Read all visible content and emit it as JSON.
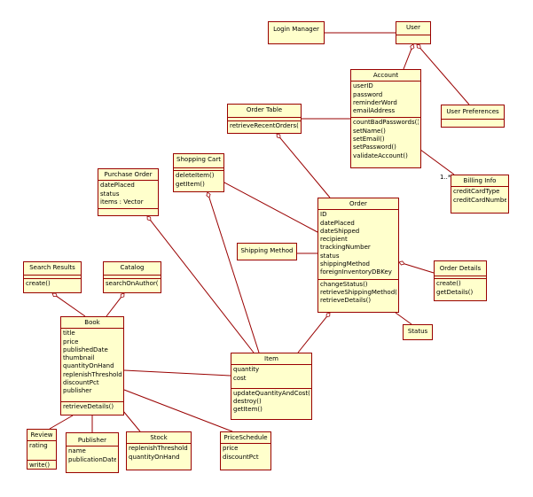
{
  "classes": {
    "login_manager": {
      "name": "Login Manager"
    },
    "user": {
      "name": "User"
    },
    "account": {
      "name": "Account",
      "attributes": [
        "userID",
        "password",
        "reminderWord",
        "emailAddress"
      ],
      "operations": [
        "countBadPasswords()",
        "setName()",
        "setEmail()",
        "setPassword()",
        "validateAccount()"
      ]
    },
    "user_preferences": {
      "name": "User Preferences"
    },
    "order_table": {
      "name": "Order Table",
      "operations": [
        "retrieveRecentOrders()"
      ]
    },
    "billing_info": {
      "name": "Billing Info",
      "attributes": [
        "creditCardType",
        "creditCardNumber"
      ]
    },
    "shopping_cart": {
      "name": "Shopping Cart",
      "operations": [
        "deleteItem()",
        "getItem()"
      ]
    },
    "purchase_order": {
      "name": "Purchase Order",
      "attributes": [
        "datePlaced",
        "status",
        "items : Vector"
      ]
    },
    "order": {
      "name": "Order",
      "attributes": [
        "ID",
        "datePlaced",
        "dateShipped",
        "recipient",
        "trackingNumber",
        "status",
        "shippingMethod",
        "foreignInventoryDBKey"
      ],
      "operations": [
        "changeStatus()",
        "retrieveShippingMethod()",
        "retrieveDetails()"
      ]
    },
    "shipping_method": {
      "name": "Shipping Method"
    },
    "order_details": {
      "name": "Order Details",
      "operations": [
        "create()",
        "getDetails()"
      ]
    },
    "status": {
      "name": "Status"
    },
    "search_results": {
      "name": "Search Results",
      "operations": [
        "create()"
      ]
    },
    "catalog": {
      "name": "Catalog",
      "operations": [
        "searchOnAuthor()"
      ]
    },
    "book": {
      "name": "Book",
      "attributes": [
        "title",
        "price",
        "publishedDate",
        "thumbnail",
        "quantityOnHand",
        "replenishThreshold",
        "discountPct",
        "publisher"
      ],
      "operations": [
        "retrieveDetails()"
      ]
    },
    "item": {
      "name": "Item",
      "attributes": [
        "quantity",
        "cost"
      ],
      "operations": [
        "updateQuantityAndCost()",
        "destroy()",
        "getItem()"
      ]
    },
    "review": {
      "name": "Review",
      "attributes": [
        "rating"
      ],
      "operations": [
        "write()"
      ]
    },
    "publisher": {
      "name": "Publisher",
      "attributes": [
        "name",
        "publicationDate"
      ]
    },
    "stock": {
      "name": "Stock",
      "attributes": [
        "replenishThreshold",
        "quantityOnHand"
      ]
    },
    "price_schedule": {
      "name": "PriceSchedule",
      "attributes": [
        "price",
        "discountPct"
      ]
    }
  },
  "multiplicities": {
    "billing": "1..*"
  },
  "colors": {
    "box_fill": "#ffffcc",
    "box_border": "#990000",
    "line": "#990000"
  }
}
